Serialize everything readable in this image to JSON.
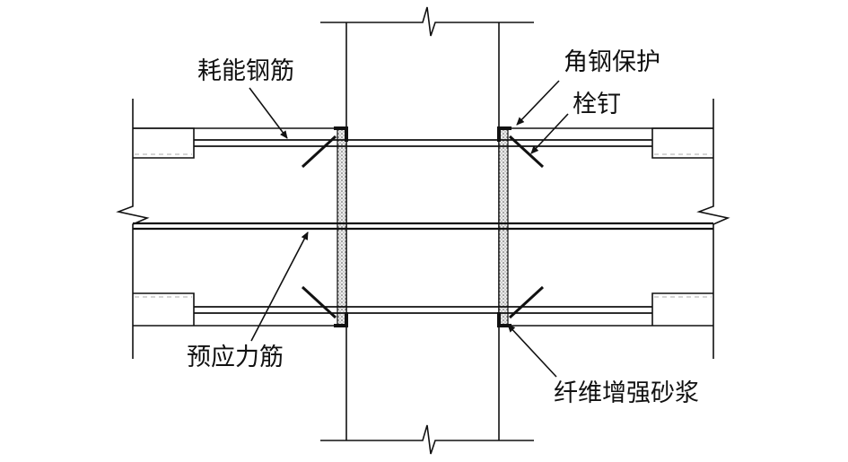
{
  "labels": {
    "dissipative_rebar": "耗能钢筋",
    "prestressed_tendon": "预应力筋",
    "angle_steel_protection": "角钢保护",
    "bolt": "栓钉",
    "fiber_mortar": "纤维增强砂浆"
  },
  "colors": {
    "line": "#111111",
    "dashed": "#bbbbbb",
    "mortar_fill": "#d8d8d8",
    "background": "#ffffff"
  }
}
